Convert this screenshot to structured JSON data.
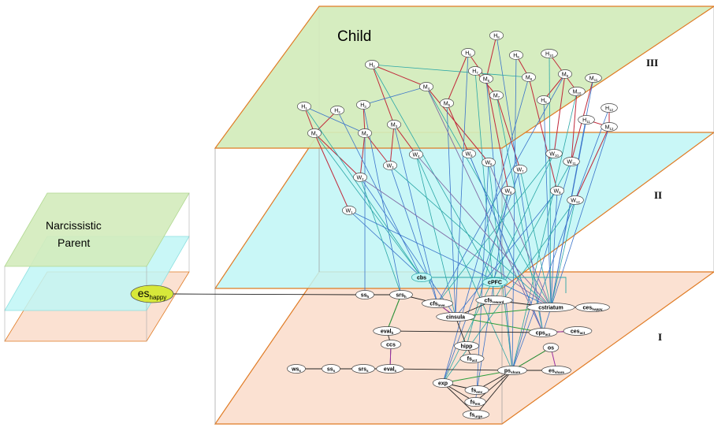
{
  "diagram": {
    "child_title": "Child",
    "parent_title_line1": "Narcissistic",
    "parent_title_line2": "Parent",
    "level_labels": [
      "III",
      "II",
      "I"
    ],
    "parent_node": {
      "base": "es",
      "sub": "happy"
    },
    "colors": {
      "plane_III_fill": "#d3ebbb",
      "plane_II_fill": "#bff6f6",
      "plane_I_fill": "#fbe1d2",
      "plane_border": "#e07b24",
      "edge_blue": "#3a73c9",
      "edge_teal": "#2aa6a6",
      "edge_red": "#c0283a",
      "edge_green": "#2a9d3a",
      "edge_purple": "#9a2fa5",
      "edge_black": "#222222",
      "node_fill": "#ffffff",
      "parent_node_fill": "#d7e83a"
    },
    "nodes": [
      {
        "id": "H1",
        "base": "H",
        "sub": "1"
      },
      {
        "id": "H2",
        "base": "H",
        "sub": "2"
      },
      {
        "id": "H3",
        "base": "H",
        "sub": "3"
      },
      {
        "id": "H4",
        "base": "H",
        "sub": "4"
      },
      {
        "id": "H5",
        "base": "H",
        "sub": "5"
      },
      {
        "id": "H6",
        "base": "H",
        "sub": "6"
      },
      {
        "id": "H7",
        "base": "H",
        "sub": "7"
      },
      {
        "id": "H8",
        "base": "H",
        "sub": "8"
      },
      {
        "id": "H9",
        "base": "H",
        "sub": "9"
      },
      {
        "id": "H10",
        "base": "H",
        "sub": "10"
      },
      {
        "id": "H11",
        "base": "H",
        "sub": "11"
      },
      {
        "id": "H12",
        "base": "H",
        "sub": "12"
      },
      {
        "id": "M1",
        "base": "M",
        "sub": "1"
      },
      {
        "id": "M2",
        "base": "M",
        "sub": "2"
      },
      {
        "id": "M3",
        "base": "M",
        "sub": "3"
      },
      {
        "id": "M4",
        "base": "M",
        "sub": "4"
      },
      {
        "id": "M5",
        "base": "M",
        "sub": "5"
      },
      {
        "id": "M6",
        "base": "M",
        "sub": "6"
      },
      {
        "id": "M7",
        "base": "M",
        "sub": "7"
      },
      {
        "id": "M8",
        "base": "M",
        "sub": "8"
      },
      {
        "id": "M9",
        "base": "M",
        "sub": "9"
      },
      {
        "id": "M10",
        "base": "M",
        "sub": "10"
      },
      {
        "id": "M11",
        "base": "M",
        "sub": "11"
      },
      {
        "id": "M12",
        "base": "M",
        "sub": "12"
      },
      {
        "id": "W1",
        "base": "W",
        "sub": "1"
      },
      {
        "id": "W2",
        "base": "W",
        "sub": "2"
      },
      {
        "id": "W3",
        "base": "W",
        "sub": "3"
      },
      {
        "id": "W4",
        "base": "W",
        "sub": "4"
      },
      {
        "id": "W5",
        "base": "W",
        "sub": "5"
      },
      {
        "id": "W6",
        "base": "W",
        "sub": "6"
      },
      {
        "id": "W7",
        "base": "W",
        "sub": "7"
      },
      {
        "id": "W8",
        "base": "W",
        "sub": "8"
      },
      {
        "id": "W9",
        "base": "W",
        "sub": "9"
      },
      {
        "id": "W10",
        "base": "W",
        "sub": "10"
      },
      {
        "id": "W11",
        "base": "W",
        "sub": "11"
      },
      {
        "id": "W12",
        "base": "W",
        "sub": "12"
      },
      {
        "id": "cbs",
        "base": "cbs",
        "sub": ""
      },
      {
        "id": "cPFC",
        "base": "cPFC",
        "sub": ""
      },
      {
        "id": "ssh",
        "base": "ss",
        "sub": "h"
      },
      {
        "id": "srsh",
        "base": "srs",
        "sub": "h"
      },
      {
        "id": "cfslove",
        "base": "cfs",
        "sub": "love"
      },
      {
        "id": "cfsreward",
        "base": "cfs",
        "sub": "reward"
      },
      {
        "id": "cstriatum",
        "base": "cstriatum",
        "sub": ""
      },
      {
        "id": "ceshappy",
        "base": "ces",
        "sub": "happy"
      },
      {
        "id": "cinsula",
        "base": "cinsula",
        "sub": ""
      },
      {
        "id": "evalh",
        "base": "eval",
        "sub": "h"
      },
      {
        "id": "cpsact",
        "base": "cps",
        "sub": "act"
      },
      {
        "id": "cesact",
        "base": "ces",
        "sub": "act"
      },
      {
        "id": "ccs",
        "base": "ccs",
        "sub": ""
      },
      {
        "id": "hipp",
        "base": "hipp",
        "sub": ""
      },
      {
        "id": "fsact",
        "base": "fs",
        "sub": "act"
      },
      {
        "id": "os",
        "base": "os",
        "sub": ""
      },
      {
        "id": "wss",
        "base": "ws",
        "sub": "s"
      },
      {
        "id": "sss",
        "base": "ss",
        "sub": "s"
      },
      {
        "id": "srss",
        "base": "srs",
        "sub": "s"
      },
      {
        "id": "evals",
        "base": "eval",
        "sub": "s"
      },
      {
        "id": "psshare",
        "base": "ps",
        "sub": "share"
      },
      {
        "id": "esshare",
        "base": "es",
        "sub": "share"
      },
      {
        "id": "exp",
        "base": "exp",
        "sub": ""
      },
      {
        "id": "fsenv",
        "base": "fs",
        "sub": "env"
      },
      {
        "id": "fsem",
        "base": "fs",
        "sub": "em"
      },
      {
        "id": "fsurge",
        "base": "fs",
        "sub": "urge"
      }
    ]
  }
}
